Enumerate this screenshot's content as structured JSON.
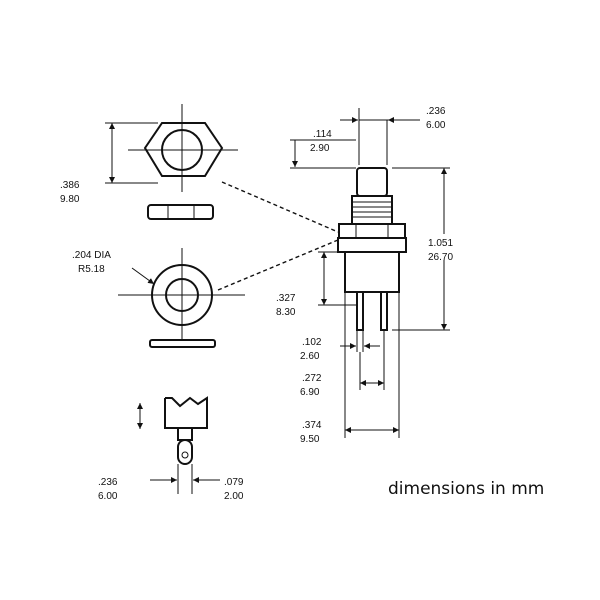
{
  "caption": "dimensions in mm",
  "dims": {
    "cap_width": {
      "inch": ".236",
      "mm": "6.00"
    },
    "cap_height": {
      "inch": ".114",
      "mm": "2.90"
    },
    "nut_width": {
      "inch": ".386",
      "mm": "9.80"
    },
    "hole_dia": {
      "inch": ".204 DIA",
      "mm": "R5.18"
    },
    "overall_height": {
      "inch": "1.051",
      "mm": "26.70"
    },
    "body_height": {
      "inch": ".327",
      "mm": "8.30"
    },
    "pin_width": {
      "inch": ".102",
      "mm": "2.60"
    },
    "pin_spacing": {
      "inch": ".272",
      "mm": "6.90"
    },
    "body_width": {
      "inch": ".374",
      "mm": "9.50"
    },
    "terminal_span": {
      "inch": ".236",
      "mm": "6.00"
    },
    "terminal_width": {
      "inch": ".079",
      "mm": "2.00"
    }
  }
}
